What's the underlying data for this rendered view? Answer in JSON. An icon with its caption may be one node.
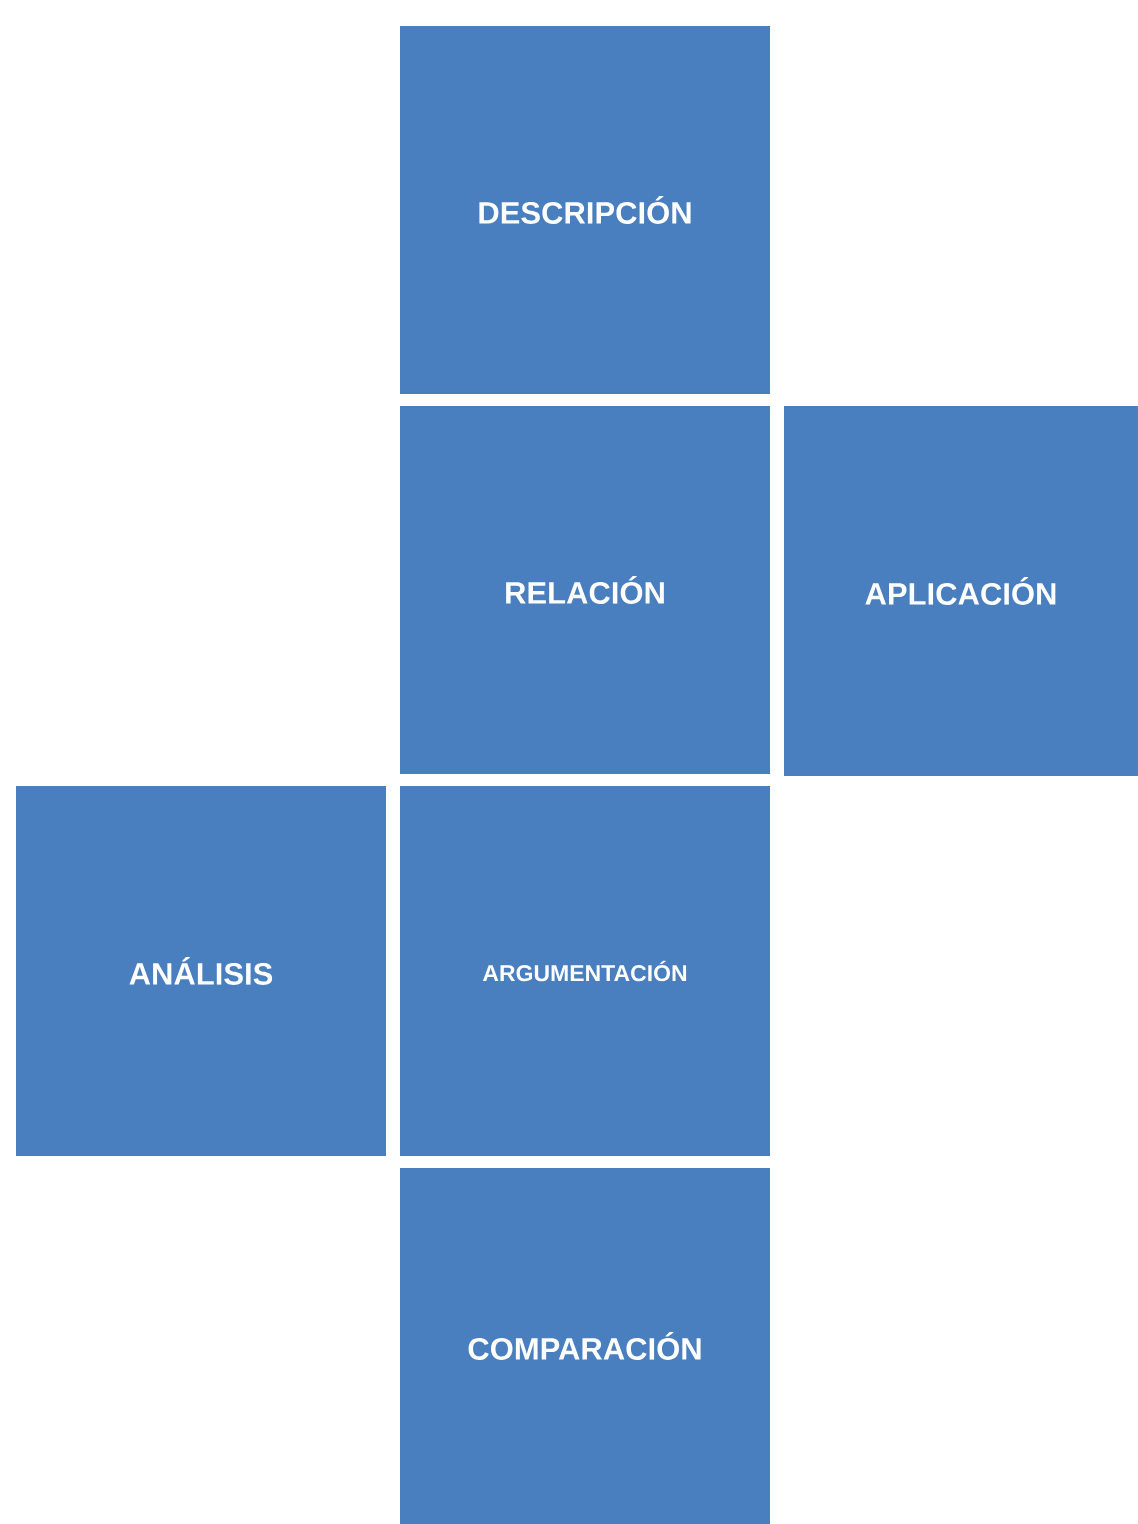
{
  "diagram": {
    "nodes": [
      {
        "text": [
          "DESCRIPCIÓN"
        ]
      },
      {
        "text": [
          "RELACIÓN"
        ]
      },
      {
        "text": [
          "APLICACIÓN"
        ]
      },
      {
        "text": [
          "ANÁLISIS"
        ]
      },
      {
        "text": [
          "ARGUMENTACIÓN"
        ]
      },
      {
        "text": [
          "COMPARACIÓN"
        ]
      }
    ]
  }
}
